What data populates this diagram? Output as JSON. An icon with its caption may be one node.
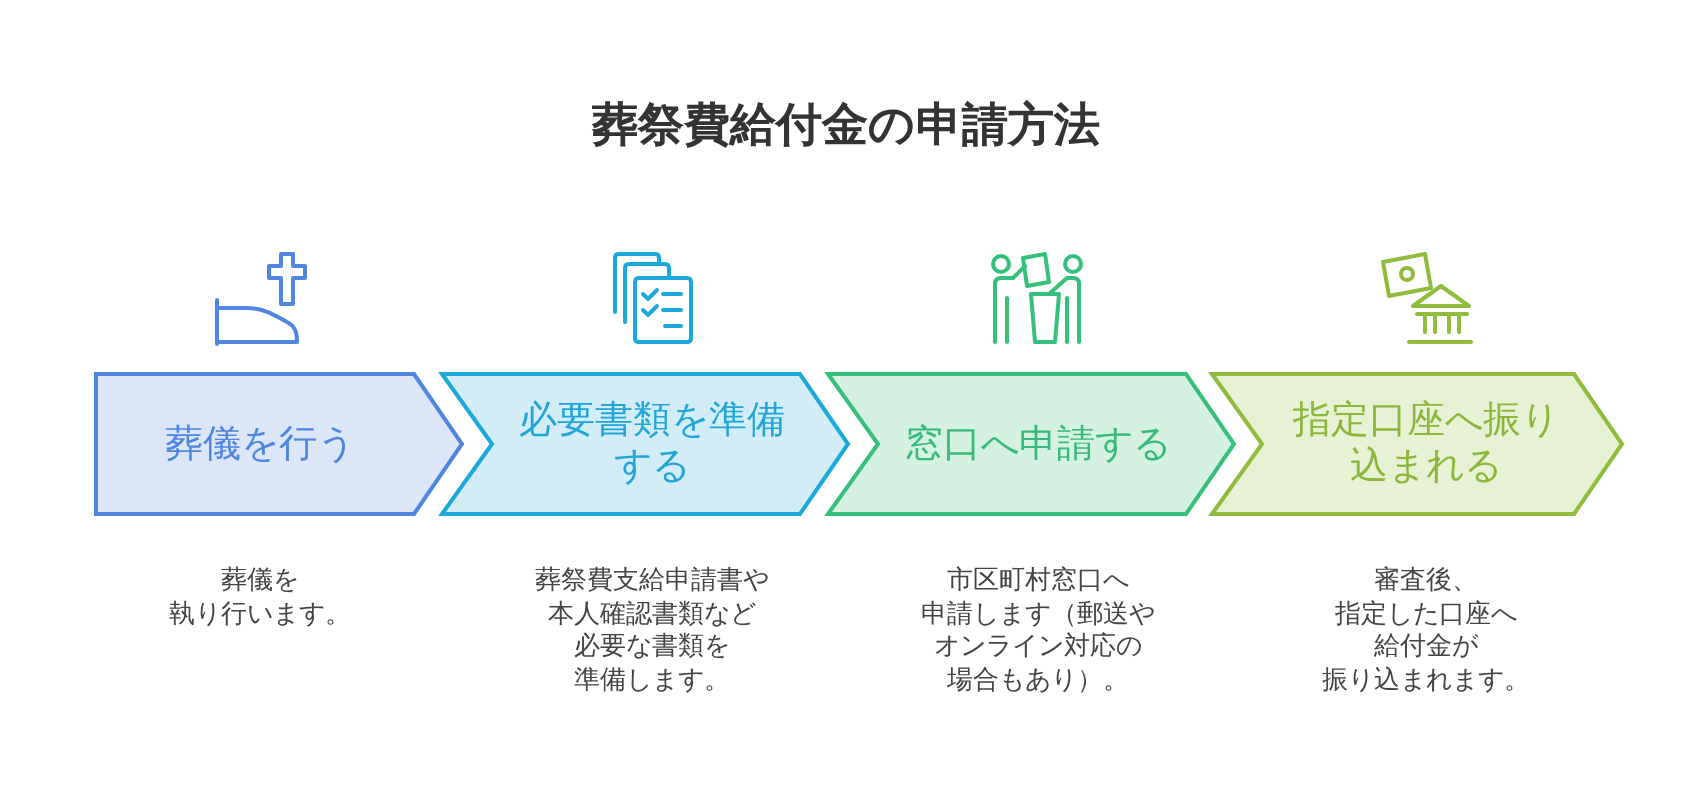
{
  "diagram": {
    "title": "葬祭費給付金の申請方法",
    "nodes": [
      {
        "text": [
          "葬儀を行う"
        ],
        "beside": [
          "葬儀を執り行います。"
        ]
      },
      {
        "text": [
          "必要書類を準備する"
        ],
        "beside": [
          "葬祭費支給申請書や本人確認書類など必要な書類を準備します。"
        ]
      },
      {
        "text": [
          "窓口へ申請する"
        ],
        "beside": [
          "市区町村窓口へ申請します（郵送やオンライン対応の場合もあり）。"
        ]
      },
      {
        "text": [
          "指定口座へ振り込まれる"
        ],
        "beside": [
          "審査後、指定した口座へ給付金が振り込まれます。"
        ]
      }
    ]
  }
}
